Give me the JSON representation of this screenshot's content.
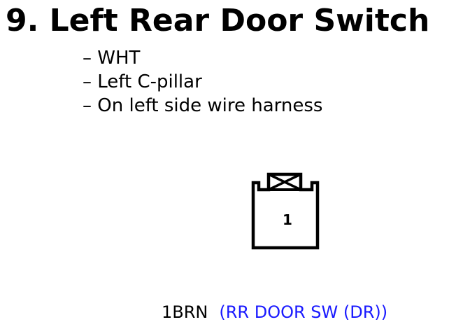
{
  "title": "9. Left Rear Door Switch",
  "bullets": [
    "– WHT",
    "– Left C-pillar",
    "– On left side wire harness"
  ],
  "connector": {
    "pin": "1"
  },
  "wire": {
    "code": "1BRN",
    "description": "(RR DOOR SW (DR))",
    "description_color": "#1a1aff"
  }
}
